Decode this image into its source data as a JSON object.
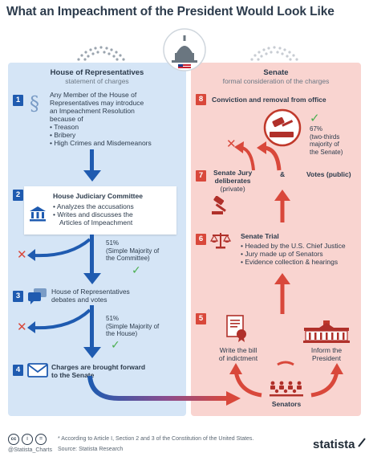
{
  "title": "What an Impeachment of the President Would Look Like",
  "colors": {
    "blue": "#1f5bb0",
    "red": "#d9483b",
    "green": "#4caf50",
    "left_bg": "#d5e5f6",
    "right_bg": "#f9d4d0"
  },
  "house": {
    "header": "House of Representatives",
    "subheader": "statement of charges",
    "step1": {
      "number": "1",
      "icon": "section-icon",
      "text_lines": [
        "Any Member of the House of",
        "Representatives may introduce",
        "an Impeachment Resolution",
        "because of"
      ],
      "bullets": [
        "Treason",
        "Bribery",
        "High Crimes and Misdemeanors"
      ]
    },
    "step2": {
      "number": "2",
      "icon": "courthouse-icon",
      "title": "House Judiciary Committee",
      "bullets": [
        "Analyzes the accusations",
        "Writes and discusses the",
        "Articles of Impeachment"
      ],
      "vote_pct": "51%",
      "vote_note_lines": [
        "(Simple Majority of",
        "the Committee)"
      ]
    },
    "step3": {
      "number": "3",
      "icon": "speech-bubbles-icon",
      "title_lines": [
        "House of Representatives",
        "debates and votes"
      ],
      "vote_pct": "51%",
      "vote_note_lines": [
        "(Simple Majority of",
        "the House)"
      ]
    },
    "step4": {
      "number": "4",
      "icon": "envelope-icon",
      "title_lines": [
        "Charges are brought forward",
        "to the Senate"
      ]
    }
  },
  "senate": {
    "header": "Senate",
    "subheader": "formal consideration of the charges",
    "step8": {
      "number": "8",
      "title": "Conviction and removal from office",
      "vote_pct": "67%",
      "vote_note_lines": [
        "(two-thirds",
        "majority of",
        "the Senate)"
      ]
    },
    "step7": {
      "number": "7",
      "title_lines": [
        "Senate Jury",
        "deliberates",
        "(private)"
      ],
      "amp": "&",
      "votes_label": "Votes (public)"
    },
    "step6": {
      "number": "6",
      "title": "Senate Trial",
      "bullets": [
        "Headed by the U.S. Chief Justice",
        "Jury made up of Senators",
        "Evidence collection & hearings"
      ]
    },
    "step5": {
      "number": "5",
      "bill_lines": [
        "Write the bill",
        "of indictment"
      ],
      "inform_lines": [
        "Inform the",
        "President"
      ],
      "senators_label": "Senators"
    }
  },
  "footer": {
    "handle": "@Statista_Charts",
    "note": "* According to Article I, Section 2 and 3 of the Constitution of the United States.",
    "source": "Source: Statista Research",
    "brand": "statista"
  }
}
